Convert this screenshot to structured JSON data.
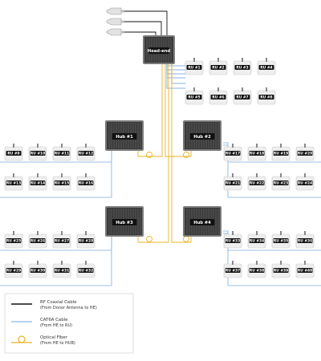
{
  "headend": {
    "label": "Head-end"
  },
  "hubs": [
    {
      "id": "hub1",
      "label": "Hub #1"
    },
    {
      "id": "hub2",
      "label": "Hub #2"
    },
    {
      "id": "hub3",
      "label": "Hub #3"
    },
    {
      "id": "hub4",
      "label": "Hub #4"
    }
  ],
  "ru_groups": {
    "headend": [
      "RU #1",
      "RU #2",
      "RU #3",
      "RU #4",
      "RU #5",
      "RU #6",
      "RU #7",
      "RU #8"
    ],
    "hub1": [
      "RU #9",
      "RU #10",
      "RU #11",
      "RU #12",
      "RU #13",
      "RU #14",
      "RU #15",
      "RU #16"
    ],
    "hub2": [
      "RU #17",
      "RU #18",
      "RU #19",
      "RU #20",
      "RU #21",
      "RU #22",
      "RU #23",
      "RU #24"
    ],
    "hub3": [
      "RU #25",
      "RU #26",
      "RU #27",
      "RU #28",
      "RU #29",
      "RU #30",
      "RU #31",
      "RU #32"
    ],
    "hub4": [
      "RU #33",
      "RU #34",
      "RU #35",
      "RU #36",
      "RU #37",
      "RU #38",
      "RU #39",
      "RU #40"
    ]
  },
  "legend": {
    "items": [
      {
        "title": "RF Coaxial Cable",
        "subtitle": "(From Donor Antenna to HE)",
        "color": "#111111",
        "kind": "line"
      },
      {
        "title": "CAT6A Cable",
        "subtitle": "(From HE to RU)",
        "color": "#9ec1e6",
        "kind": "line"
      },
      {
        "title": "Optical Fiber",
        "subtitle": "(From HE to HUB)",
        "color": "#e7b422",
        "kind": "fiber"
      }
    ]
  },
  "colors": {
    "coax": "#111111",
    "cat6a": "#9ec1e6",
    "fiber": "#e7b422",
    "device_dark": "#3a3a3a",
    "ru_body": "#eeeeee"
  }
}
